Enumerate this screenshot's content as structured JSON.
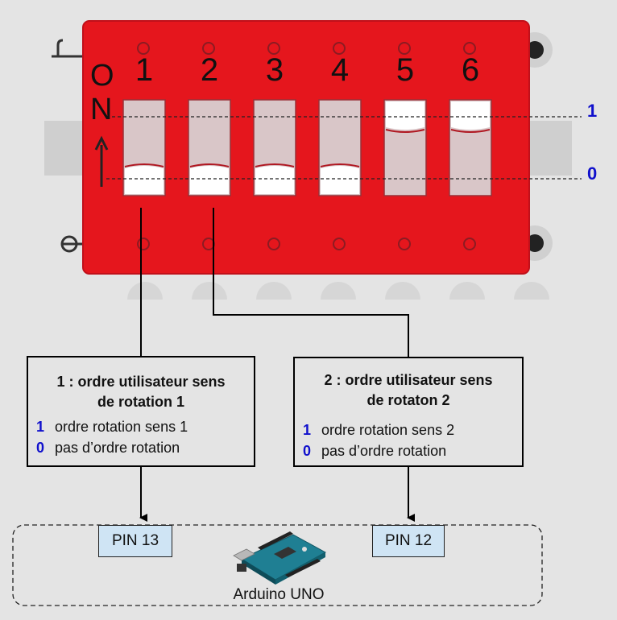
{
  "switch": {
    "on_label_o": "O",
    "on_label_n": "N",
    "numbers": [
      "1",
      "2",
      "3",
      "4",
      "5",
      "6"
    ],
    "positions": [
      0,
      0,
      0,
      0,
      1,
      1
    ],
    "body_color": "#e5161d"
  },
  "levels": {
    "high": "1",
    "low": "0"
  },
  "box1": {
    "title_line1": "1 : ordre utilisateur sens",
    "title_line2": "de rotation 1",
    "legend": [
      {
        "key": "1",
        "text": "ordre rotation sens 1"
      },
      {
        "key": "0",
        "text": "pas d’ordre rotation"
      }
    ]
  },
  "box2": {
    "title_line1": "2 : ordre utilisateur sens",
    "title_line2": "de rotaton 2",
    "legend": [
      {
        "key": "1",
        "text": "ordre rotation sens 2"
      },
      {
        "key": "0",
        "text": "pas d’ordre rotation"
      }
    ]
  },
  "arduino": {
    "pin_left": "PIN 13",
    "pin_right": "PIN 12",
    "label": "Arduino UNO"
  },
  "colors": {
    "accent_blue": "#1010cc",
    "pin_fill": "#cfe4f4"
  }
}
